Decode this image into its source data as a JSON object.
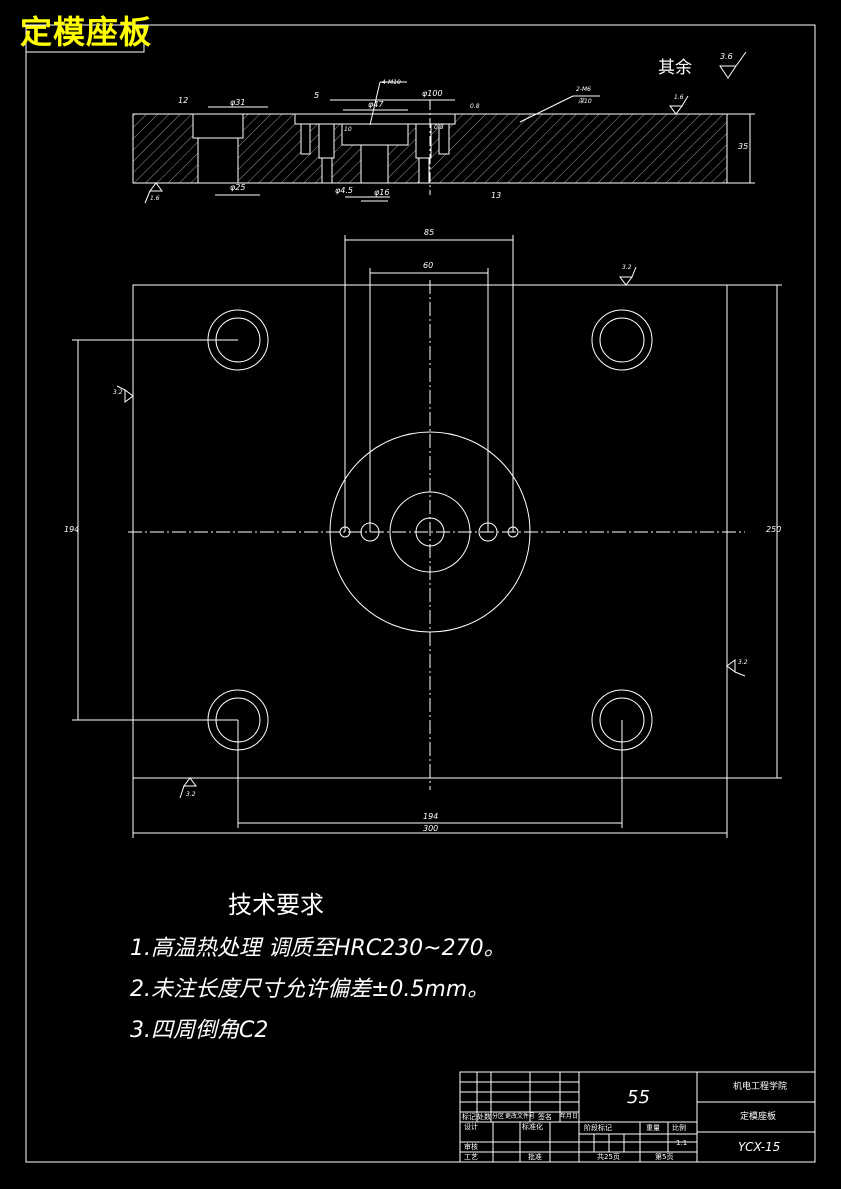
{
  "title": "定模座板",
  "surface_note": {
    "label": "其余",
    "roughness": "3.6"
  },
  "section_view": {
    "dims": [
      "φ31",
      "12",
      "φ25",
      "5",
      "4-M10",
      "φ100",
      "φ47",
      "10",
      "0.8",
      "0.8",
      "2-M6",
      "深10",
      "1.6",
      "35",
      "φ4.5",
      "φ16",
      "13",
      "1.6"
    ]
  },
  "plan_view": {
    "dims": [
      "85",
      "60",
      "3.2",
      "3.2",
      "194",
      "250",
      "3.2",
      "3.2",
      "194",
      "300"
    ]
  },
  "tech_requirements": {
    "heading": "技术要求",
    "items": [
      "1.高温热处理 调质至HRC230~270。",
      "2.未注长度尺寸允许偏差±0.5mm。",
      "3.四周倒角C2"
    ]
  },
  "title_block": {
    "headers": [
      "标记",
      "处数",
      "分区",
      "更改文件号",
      "签名",
      "年月日"
    ],
    "rows": [
      "设计",
      "标准化",
      "审核",
      "工艺",
      "批准"
    ],
    "material": "55",
    "stage_label": "阶段标记",
    "weight_label": "重量",
    "scale_label": "比例",
    "scale": "1:1",
    "total_sheets": "共25页",
    "sheet_no": "第5页",
    "school": "机电工程学院",
    "part_name": "定模座板",
    "drawing_no": "YCX-15"
  }
}
